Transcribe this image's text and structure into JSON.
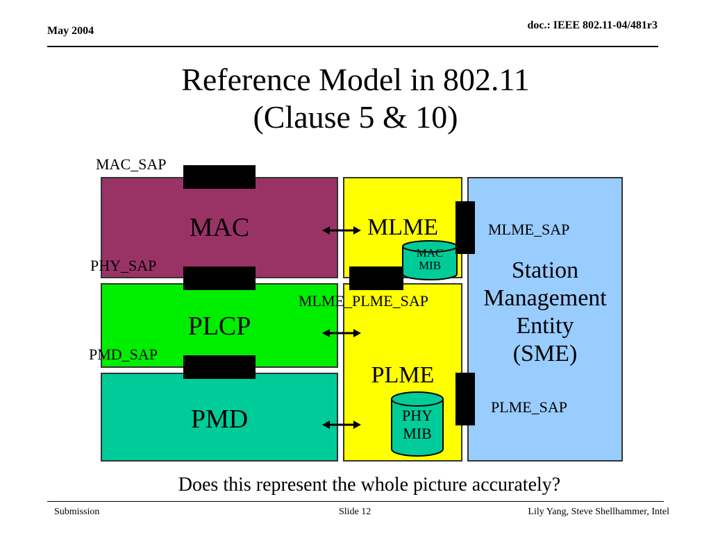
{
  "header": {
    "date": "May 2004",
    "doc": "doc.: IEEE 802.11-04/481r3"
  },
  "title": {
    "line1": "Reference Model in 802.11",
    "line2": "(Clause 5 & 10)"
  },
  "diagram": {
    "mac": "MAC",
    "plcp": "PLCP",
    "pmd": "PMD",
    "mlme": "MLME",
    "plme": "PLME",
    "sme": [
      "Station",
      "Management",
      "Entity",
      "(SME)"
    ],
    "mac_mib": [
      "MAC",
      "MIB"
    ],
    "phy_mib": [
      "PHY",
      "MIB"
    ],
    "labels": {
      "mac_sap": "MAC_SAP",
      "phy_sap": "PHY_SAP",
      "pmd_sap": "PMD_SAP",
      "mlme_sap": "MLME_SAP",
      "mlme_plme_sap": "MLME_PLME_SAP",
      "plme_sap": "PLME_SAP"
    },
    "colors": {
      "mac": "#993366",
      "plcp": "#00ee00",
      "pmd": "#00cc99",
      "mlme_plme": "#ffff00",
      "sme": "#99ccff",
      "mib": "#00cc99"
    }
  },
  "question": "Does this represent the whole picture accurately?",
  "footer": {
    "left": "Submission",
    "center": "Slide 12",
    "right": "Lily Yang, Steve Shellhammer, Intel"
  }
}
